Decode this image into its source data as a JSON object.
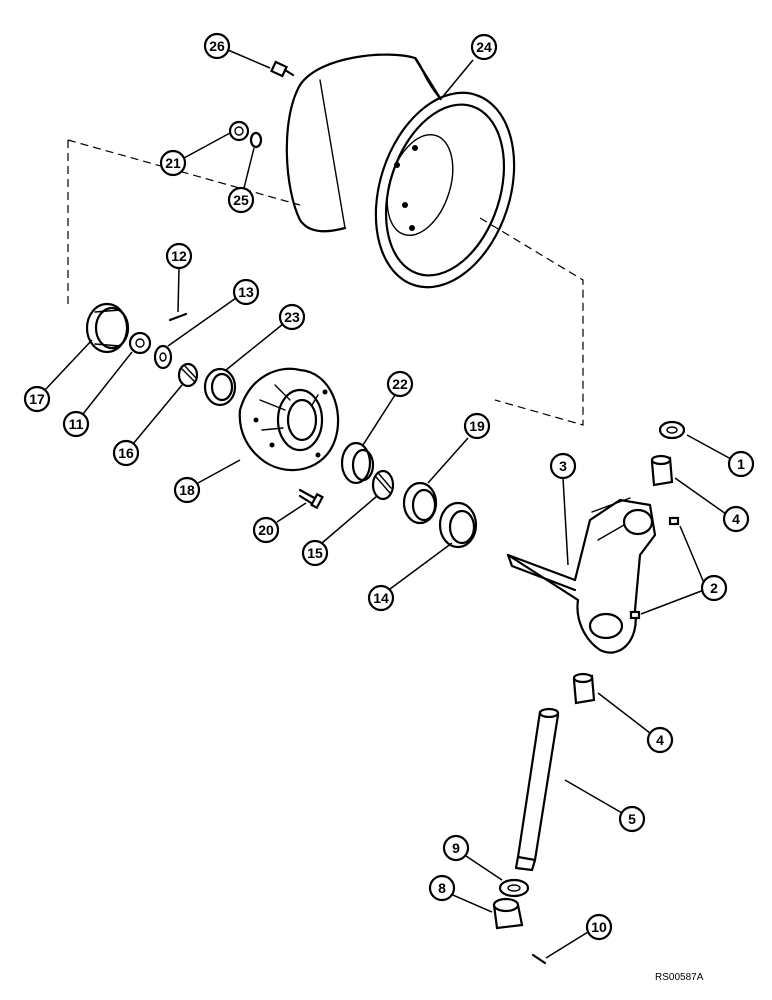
{
  "drawing_code": "RS00587A",
  "callouts": [
    {
      "id": "c1",
      "label": "1"
    },
    {
      "id": "c2",
      "label": "2"
    },
    {
      "id": "c3",
      "label": "3"
    },
    {
      "id": "c4a",
      "label": "4"
    },
    {
      "id": "c4b",
      "label": "4"
    },
    {
      "id": "c5",
      "label": "5"
    },
    {
      "id": "c8",
      "label": "8"
    },
    {
      "id": "c9",
      "label": "9"
    },
    {
      "id": "c10",
      "label": "10"
    },
    {
      "id": "c11",
      "label": "11"
    },
    {
      "id": "c12",
      "label": "12"
    },
    {
      "id": "c13",
      "label": "13"
    },
    {
      "id": "c14",
      "label": "14"
    },
    {
      "id": "c15",
      "label": "15"
    },
    {
      "id": "c16",
      "label": "16"
    },
    {
      "id": "c17",
      "label": "17"
    },
    {
      "id": "c18",
      "label": "18"
    },
    {
      "id": "c19",
      "label": "19"
    },
    {
      "id": "c20",
      "label": "20"
    },
    {
      "id": "c21",
      "label": "21"
    },
    {
      "id": "c22",
      "label": "22"
    },
    {
      "id": "c23",
      "label": "23"
    },
    {
      "id": "c24",
      "label": "24"
    },
    {
      "id": "c25",
      "label": "25"
    },
    {
      "id": "c26",
      "label": "26"
    }
  ]
}
